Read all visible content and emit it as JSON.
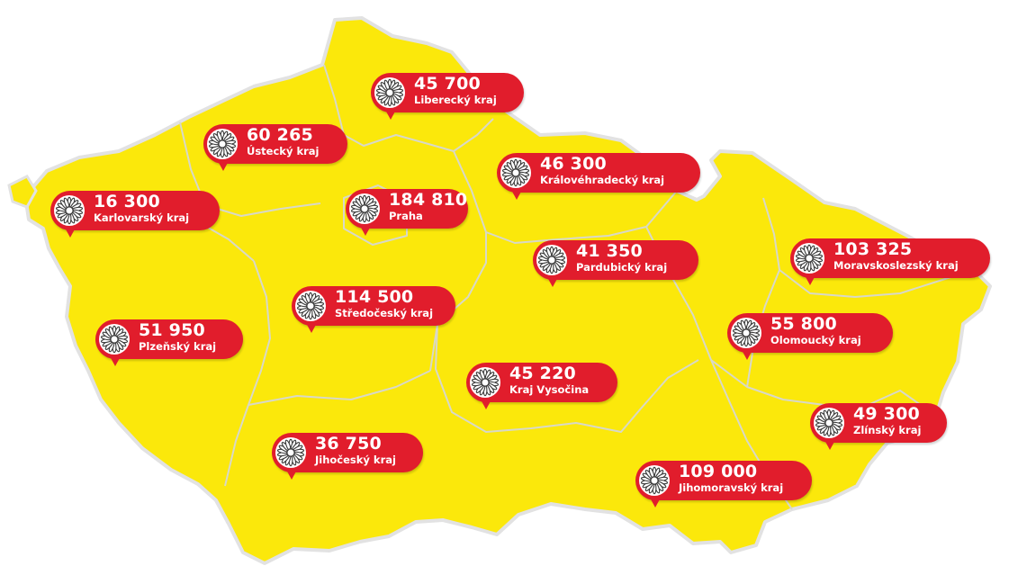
{
  "colors": {
    "map_fill": "#fbe80b",
    "region_border": "#d8d8c8",
    "country_border": "#e2e2e2",
    "pin_fill": "#e11d2c",
    "pin_text": "#ffffff"
  },
  "icon": "daisy-flower-icon",
  "regions": [
    {
      "id": "liberecky",
      "value": "45 700",
      "label": "Liberecký kraj"
    },
    {
      "id": "ustecky",
      "value": "60 265",
      "label": "Ústecký kraj"
    },
    {
      "id": "kralovehradecky",
      "value": "46 300",
      "label": "Královéhradecký kraj"
    },
    {
      "id": "karlovarsky",
      "value": "16 300",
      "label": "Karlovarský kraj"
    },
    {
      "id": "praha",
      "value": "184 810",
      "label": "Praha"
    },
    {
      "id": "pardubicky",
      "value": "41 350",
      "label": "Pardubický kraj"
    },
    {
      "id": "moravskoslezsky",
      "value": "103 325",
      "label": "Moravskoslezský kraj"
    },
    {
      "id": "stredocesky",
      "value": "114 500",
      "label": "Středočeský kraj"
    },
    {
      "id": "olomoucky",
      "value": "55 800",
      "label": "Olomoucký kraj"
    },
    {
      "id": "plzensky",
      "value": "51 950",
      "label": "Plzeňský kraj"
    },
    {
      "id": "vysocina",
      "value": "45 220",
      "label": "Kraj Vysočina"
    },
    {
      "id": "zlinsky",
      "value": "49 300",
      "label": "Zlínský kraj"
    },
    {
      "id": "jihocesky",
      "value": "36 750",
      "label": "Jihočeský kraj"
    },
    {
      "id": "jihomoravsky",
      "value": "109 000",
      "label": "Jihomoravský kraj"
    }
  ]
}
